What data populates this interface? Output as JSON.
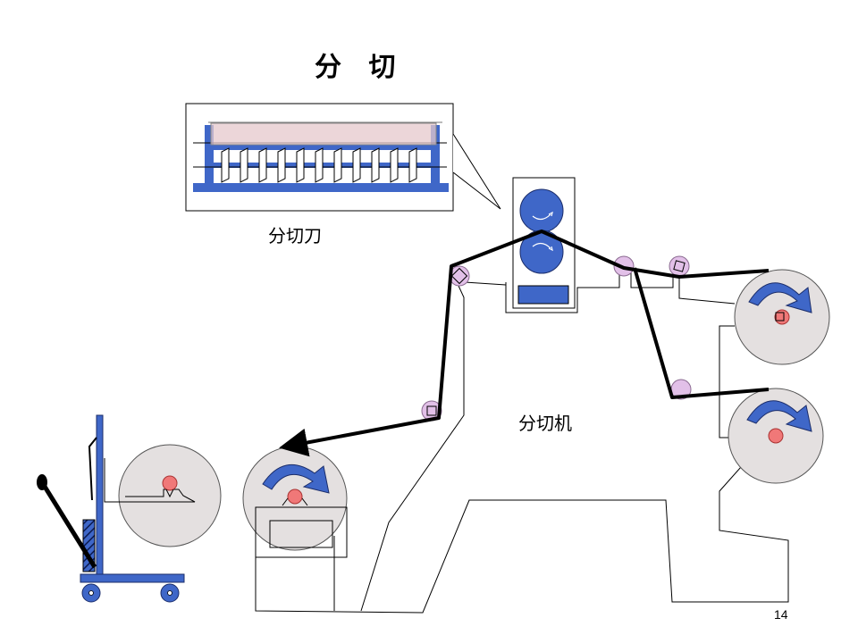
{
  "slide": {
    "title": "分 切",
    "knife_label": "分切刀",
    "machine_label": "分切机",
    "page_number": "14"
  },
  "colors": {
    "machine_blue": "#3f67c8",
    "roll_fill": "#e4e0e0",
    "core_red": "#f07878",
    "guide_roller": "#e2c0e8",
    "web_line": "#000000"
  },
  "icons": [
    "rotation-arrow-icon",
    "handle-knob-icon",
    "caster-wheel-icon"
  ]
}
